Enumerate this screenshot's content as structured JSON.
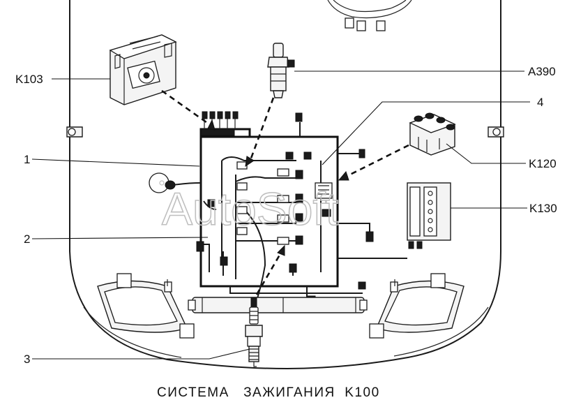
{
  "labels": {
    "k103": "K103",
    "a390": "A390",
    "num4": "4",
    "k120": "K120",
    "k130": "K130",
    "num1": "1",
    "num2": "2",
    "num3": "3"
  },
  "watermark": "AutoSoft",
  "caption": "СИСТЕМА   ЗАЖИГАНИЯ  K100"
}
